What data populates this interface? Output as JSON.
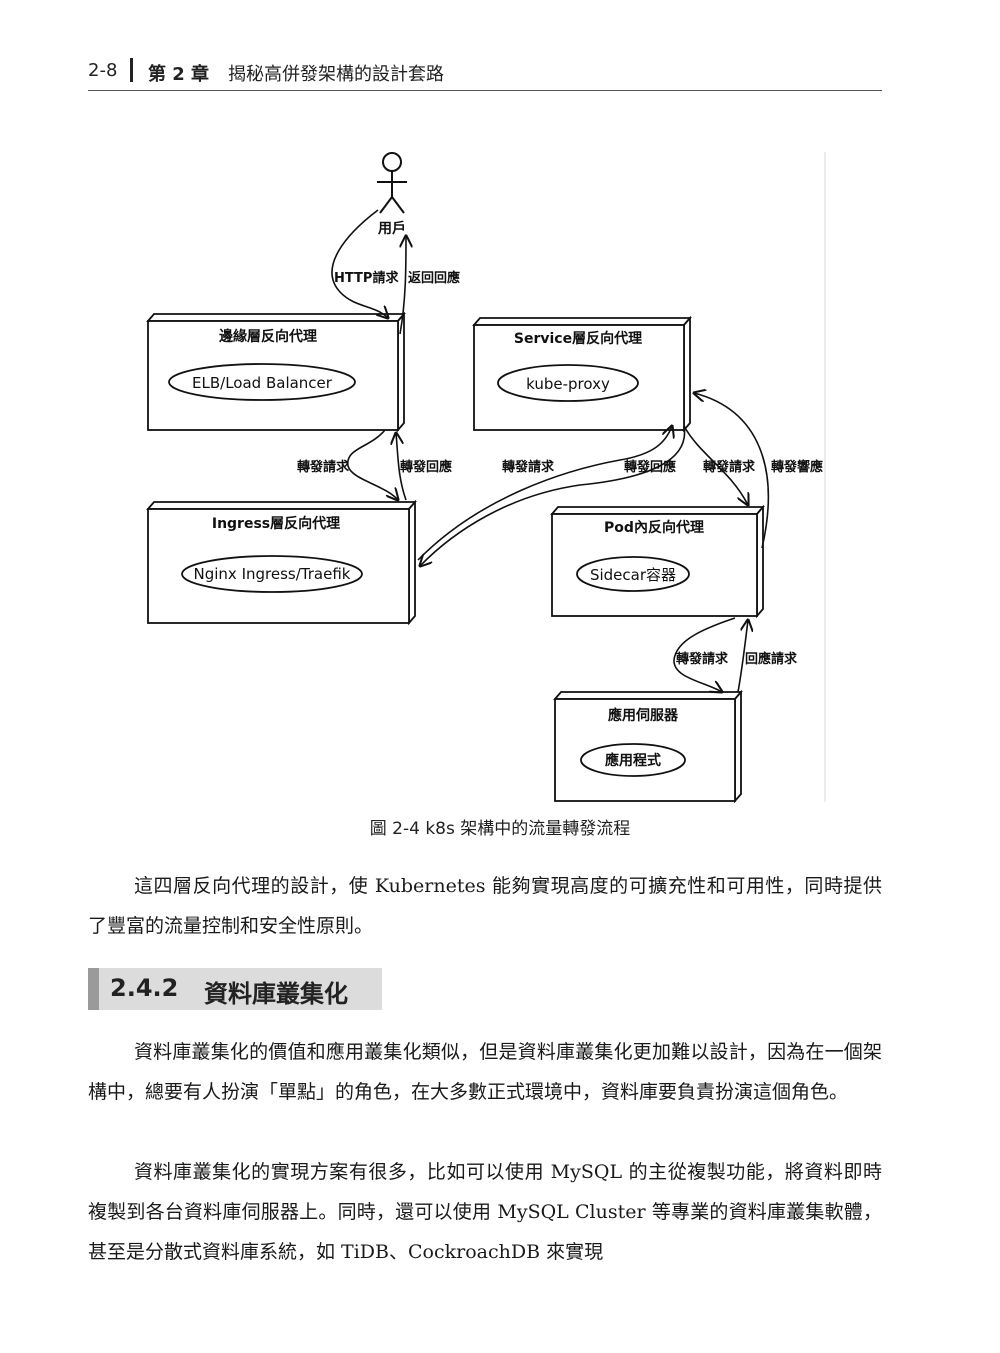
{
  "header": {
    "page_number": "2-8",
    "chapter": "第 2 章",
    "title": "揭秘高併發架構的設計套路"
  },
  "diagram": {
    "actor_label": "用戶",
    "nodes": {
      "edge": {
        "title": "邊緣層反向代理",
        "component": "ELB/Load Balancer"
      },
      "service": {
        "title": "Service層反向代理",
        "component": "kube-proxy"
      },
      "ingress": {
        "title": "Ingress層反向代理",
        "component": "Nginx Ingress/Traefik"
      },
      "pod": {
        "title": "Pod內反向代理",
        "component": "Sidecar容器"
      },
      "app": {
        "title": "應用伺服器",
        "component": "應用程式"
      }
    },
    "edges": {
      "user_request": "HTTP請求",
      "user_response": "返回回應",
      "edge_to_ingress": "轉發請求",
      "ingress_to_edge": "轉發回應",
      "ingress_to_service": "轉發請求",
      "service_to_ingress": "轉發回應",
      "service_to_pod": "轉發請求",
      "pod_to_service": "轉發響應",
      "pod_to_app": "轉發請求",
      "app_to_pod": "回應請求"
    },
    "caption": "圖 2-4  k8s 架構中的流量轉發流程"
  },
  "body": {
    "paragraph_1": "這四層反向代理的設計，使 Kubernetes 能夠實現高度的可擴充性和可用性，同時提供了豐富的流量控制和安全性原則。",
    "section_number": "2.4.2",
    "section_title": "資料庫叢集化",
    "paragraph_2": "資料庫叢集化的價值和應用叢集化類似，但是資料庫叢集化更加難以設計，因為在一個架構中，總要有人扮演「單點」的角色，在大多數正式環境中，資料庫要負責扮演這個角色。",
    "paragraph_3": "資料庫叢集化的實現方案有很多，比如可以使用 MySQL 的主從複製功能，將資料即時複製到各台資料庫伺服器上。同時，還可以使用 MySQL Cluster 等專業的資料庫叢集軟體，甚至是分散式資料庫系統，如 TiDB、CockroachDB 來實現"
  }
}
